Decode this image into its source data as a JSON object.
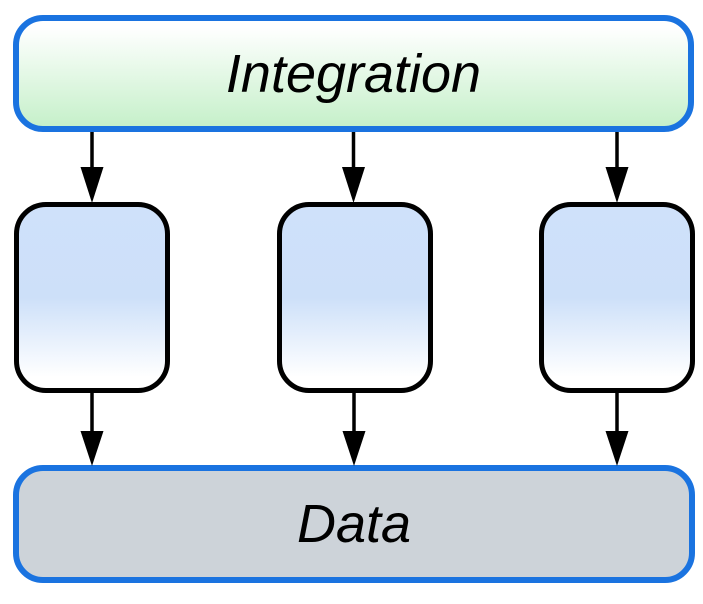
{
  "diagram": {
    "nodes": {
      "integration": {
        "label": "Integration"
      },
      "module1": {
        "label": ""
      },
      "module2": {
        "label": ""
      },
      "module3": {
        "label": ""
      },
      "data": {
        "label": "Data"
      }
    },
    "edges": [
      {
        "from": "integration",
        "to": "module1"
      },
      {
        "from": "integration",
        "to": "module2"
      },
      {
        "from": "integration",
        "to": "module3"
      },
      {
        "from": "module1",
        "to": "data"
      },
      {
        "from": "module2",
        "to": "data"
      },
      {
        "from": "module3",
        "to": "data"
      }
    ]
  },
  "colors": {
    "accent-blue": "#1a73e0",
    "arrow-black": "#000000",
    "green-fill": "#c6f0ca",
    "blue-fill": "#cfe1fa",
    "gray-fill": "#cdd3d9"
  }
}
